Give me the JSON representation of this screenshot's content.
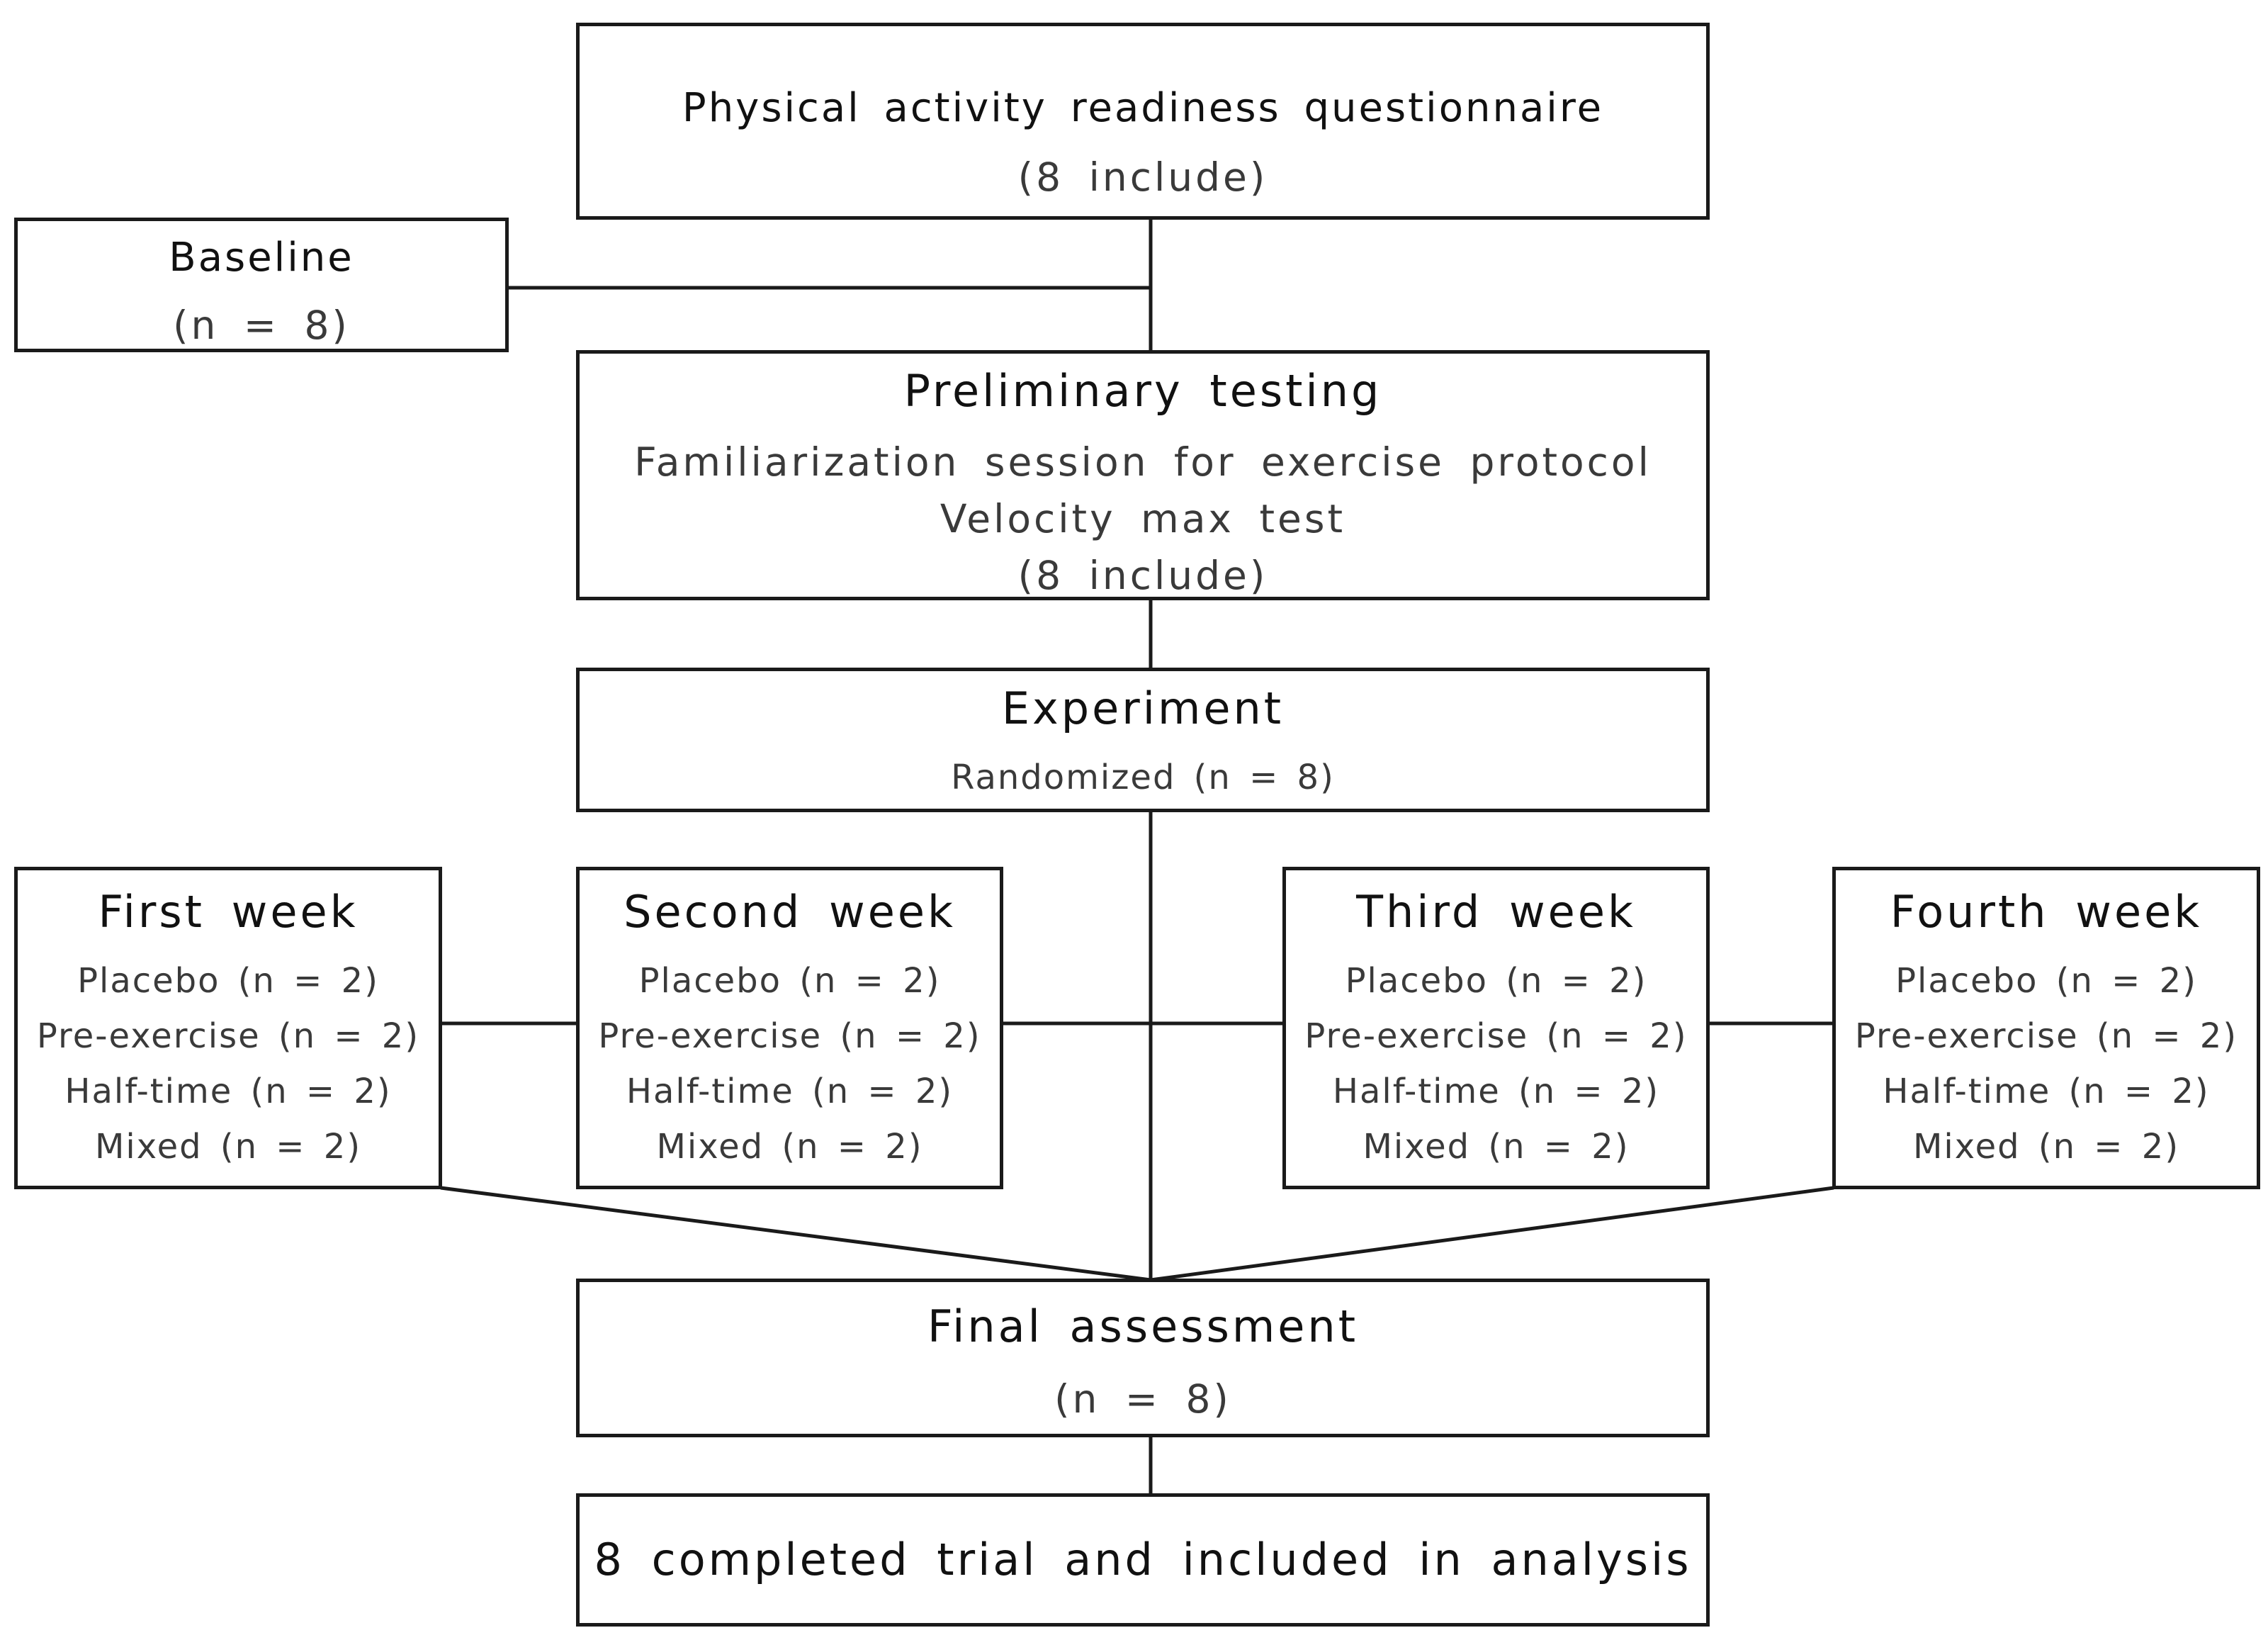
{
  "flowchart": {
    "questionnaire": {
      "title": "Physical activity readiness questionnaire",
      "detail": "(8 include)"
    },
    "baseline": {
      "title": "Baseline",
      "detail": "(n = 8)"
    },
    "preliminary": {
      "title": "Preliminary testing",
      "lines": [
        "Familiarization session for exercise protocol",
        "Velocity max test",
        "(8 include)"
      ]
    },
    "experiment": {
      "title": "Experiment",
      "detail": "Randomized (n = 8)"
    },
    "weeks": [
      {
        "title": "First week",
        "groups": [
          "Placebo (n = 2)",
          "Pre-exercise (n = 2)",
          "Half-time (n = 2)",
          "Mixed (n = 2)"
        ]
      },
      {
        "title": "Second week",
        "groups": [
          "Placebo (n = 2)",
          "Pre-exercise (n = 2)",
          "Half-time (n = 2)",
          "Mixed (n = 2)"
        ]
      },
      {
        "title": "Third week",
        "groups": [
          "Placebo (n = 2)",
          "Pre-exercise (n = 2)",
          "Half-time (n = 2)",
          "Mixed (n = 2)"
        ]
      },
      {
        "title": "Fourth week",
        "groups": [
          "Placebo (n = 2)",
          "Pre-exercise (n = 2)",
          "Half-time (n = 2)",
          "Mixed (n = 2)"
        ]
      }
    ],
    "final_assessment": {
      "title": "Final assessment",
      "detail": "(n = 8)"
    },
    "completed": {
      "title": "8 completed trial and included in analysis"
    }
  },
  "colors": {
    "line": "#1a1a1a",
    "text_primary": "#111111",
    "text_secondary": "#3a3a3a",
    "background": "#ffffff"
  }
}
